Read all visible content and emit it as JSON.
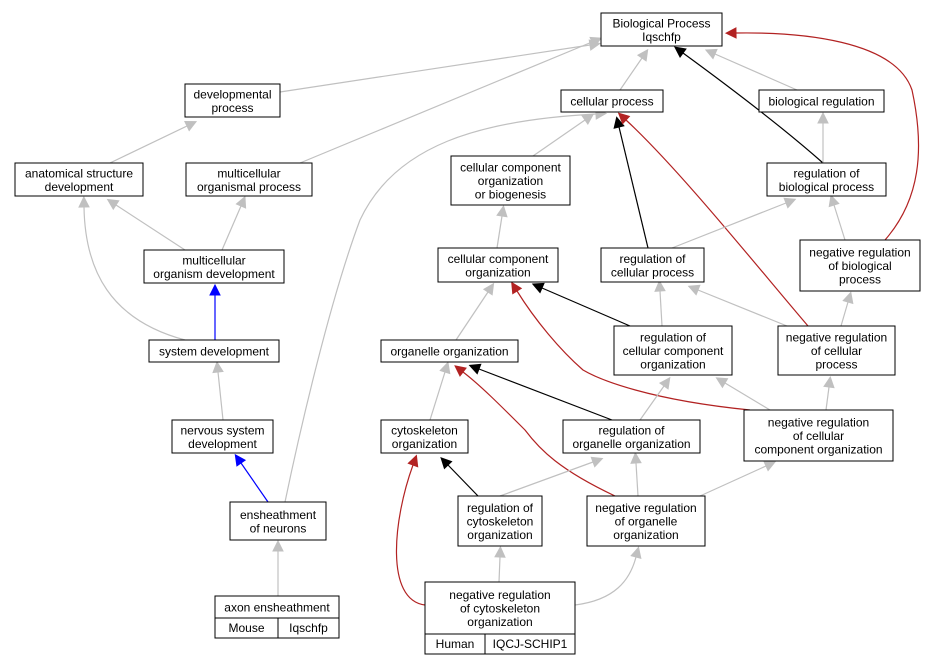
{
  "colors": {
    "is_a": "#c0c0c0",
    "part_of": "#000000",
    "positively_regulates": "#0000ff",
    "negatively_regulates": "#b22222",
    "mouse_cell": "#add8e6",
    "human_cell": "#ff6347"
  },
  "nodes": [
    {
      "id": "bp",
      "lines": [
        "Biological Process",
        "Iqschfp"
      ]
    },
    {
      "id": "dev_proc",
      "lines": [
        "developmental",
        "process"
      ]
    },
    {
      "id": "cell_proc",
      "lines": [
        "cellular process"
      ]
    },
    {
      "id": "bio_reg",
      "lines": [
        "biological regulation"
      ]
    },
    {
      "id": "anat_dev",
      "lines": [
        "anatomical structure",
        "development"
      ]
    },
    {
      "id": "multi_proc",
      "lines": [
        "multicellular",
        "organismal process"
      ]
    },
    {
      "id": "ccob",
      "lines": [
        "cellular component",
        "organization",
        "or biogenesis"
      ]
    },
    {
      "id": "reg_bp",
      "lines": [
        "regulation of",
        "biological process"
      ]
    },
    {
      "id": "multi_dev",
      "lines": [
        "multicellular",
        "organism development"
      ]
    },
    {
      "id": "cco",
      "lines": [
        "cellular component",
        "organization"
      ]
    },
    {
      "id": "reg_cp",
      "lines": [
        "regulation of",
        "cellular process"
      ]
    },
    {
      "id": "neg_reg_bp",
      "lines": [
        "negative regulation",
        "of biological",
        "process"
      ]
    },
    {
      "id": "sys_dev",
      "lines": [
        "system development"
      ]
    },
    {
      "id": "org_org",
      "lines": [
        "organelle organization"
      ]
    },
    {
      "id": "reg_cco",
      "lines": [
        "regulation of",
        "cellular component",
        "organization"
      ]
    },
    {
      "id": "neg_reg_cp",
      "lines": [
        "negative regulation",
        "of cellular",
        "process"
      ]
    },
    {
      "id": "ns_dev",
      "lines": [
        "nervous system",
        "development"
      ]
    },
    {
      "id": "cyto_org",
      "lines": [
        "cytoskeleton",
        "organization"
      ]
    },
    {
      "id": "reg_org_org",
      "lines": [
        "regulation of",
        "organelle organization"
      ]
    },
    {
      "id": "neg_reg_cco",
      "lines": [
        "negative regulation",
        "of cellular",
        "component organization"
      ]
    },
    {
      "id": "enshe",
      "lines": [
        "ensheathment",
        "of neurons"
      ]
    },
    {
      "id": "reg_cyto",
      "lines": [
        "regulation of",
        "cytoskeleton",
        "organization"
      ]
    },
    {
      "id": "neg_reg_org",
      "lines": [
        "negative regulation",
        "of organelle",
        "organization"
      ]
    },
    {
      "id": "axon",
      "lines": [
        "axon ensheathment"
      ],
      "cells": [
        {
          "text": "Mouse",
          "color": "#add8e6"
        },
        {
          "text": "Iqschfp",
          "color": "#add8e6"
        }
      ]
    },
    {
      "id": "neg_reg_cyto",
      "lines": [
        "negative regulation",
        "of cytoskeleton",
        "organization"
      ],
      "cells": [
        {
          "text": "Human",
          "color": "#ff6347"
        },
        {
          "text": "IQCJ-SCHIP1",
          "color": "#ff6347"
        }
      ]
    }
  ],
  "edges": [
    {
      "from": "dev_proc",
      "to": "bp",
      "type": "is_a"
    },
    {
      "from": "cell_proc",
      "to": "bp",
      "type": "is_a"
    },
    {
      "from": "bio_reg",
      "to": "bp",
      "type": "is_a"
    },
    {
      "from": "reg_bp",
      "to": "bp",
      "type": "part_of"
    },
    {
      "from": "neg_reg_bp",
      "to": "bp",
      "type": "negatively_regulates"
    },
    {
      "from": "multi_proc",
      "to": "bp",
      "type": "is_a"
    },
    {
      "from": "anat_dev",
      "to": "dev_proc",
      "type": "is_a"
    },
    {
      "from": "ccob",
      "to": "cell_proc",
      "type": "is_a"
    },
    {
      "from": "reg_cp",
      "to": "cell_proc",
      "type": "part_of"
    },
    {
      "from": "neg_reg_cp",
      "to": "cell_proc",
      "type": "negatively_regulates"
    },
    {
      "from": "enshe",
      "to": "cell_proc",
      "type": "is_a"
    },
    {
      "from": "reg_bp",
      "to": "bio_reg",
      "type": "is_a"
    },
    {
      "from": "multi_dev",
      "to": "anat_dev",
      "type": "is_a"
    },
    {
      "from": "sys_dev",
      "to": "anat_dev",
      "type": "is_a"
    },
    {
      "from": "multi_dev",
      "to": "multi_proc",
      "type": "is_a"
    },
    {
      "from": "cco",
      "to": "ccob",
      "type": "is_a"
    },
    {
      "from": "reg_cp",
      "to": "reg_bp",
      "type": "is_a"
    },
    {
      "from": "neg_reg_bp",
      "to": "reg_bp",
      "type": "is_a"
    },
    {
      "from": "sys_dev",
      "to": "multi_dev",
      "type": "positively_regulates"
    },
    {
      "from": "org_org",
      "to": "cco",
      "type": "is_a"
    },
    {
      "from": "reg_cco",
      "to": "cco",
      "type": "part_of"
    },
    {
      "from": "neg_reg_cco",
      "to": "cco",
      "type": "negatively_regulates"
    },
    {
      "from": "reg_cco",
      "to": "reg_cp",
      "type": "is_a"
    },
    {
      "from": "neg_reg_cp",
      "to": "reg_cp",
      "type": "is_a"
    },
    {
      "from": "neg_reg_cp",
      "to": "neg_reg_bp",
      "type": "is_a"
    },
    {
      "from": "ns_dev",
      "to": "sys_dev",
      "type": "is_a"
    },
    {
      "from": "cyto_org",
      "to": "org_org",
      "type": "is_a"
    },
    {
      "from": "reg_org_org",
      "to": "org_org",
      "type": "part_of"
    },
    {
      "from": "neg_reg_org",
      "to": "org_org",
      "type": "negatively_regulates"
    },
    {
      "from": "reg_org_org",
      "to": "reg_cco",
      "type": "is_a"
    },
    {
      "from": "neg_reg_cco",
      "to": "reg_cco",
      "type": "is_a"
    },
    {
      "from": "neg_reg_cco",
      "to": "neg_reg_cp",
      "type": "is_a"
    },
    {
      "from": "enshe",
      "to": "ns_dev",
      "type": "positively_regulates"
    },
    {
      "from": "reg_cyto",
      "to": "cyto_org",
      "type": "part_of"
    },
    {
      "from": "neg_reg_cyto",
      "to": "cyto_org",
      "type": "negatively_regulates"
    },
    {
      "from": "reg_cyto",
      "to": "reg_org_org",
      "type": "is_a"
    },
    {
      "from": "neg_reg_org",
      "to": "reg_org_org",
      "type": "is_a"
    },
    {
      "from": "neg_reg_org",
      "to": "neg_reg_cco",
      "type": "is_a"
    },
    {
      "from": "axon",
      "to": "enshe",
      "type": "is_a"
    },
    {
      "from": "neg_reg_cyto",
      "to": "reg_cyto",
      "type": "is_a"
    },
    {
      "from": "neg_reg_cyto",
      "to": "neg_reg_org",
      "type": "is_a"
    }
  ]
}
